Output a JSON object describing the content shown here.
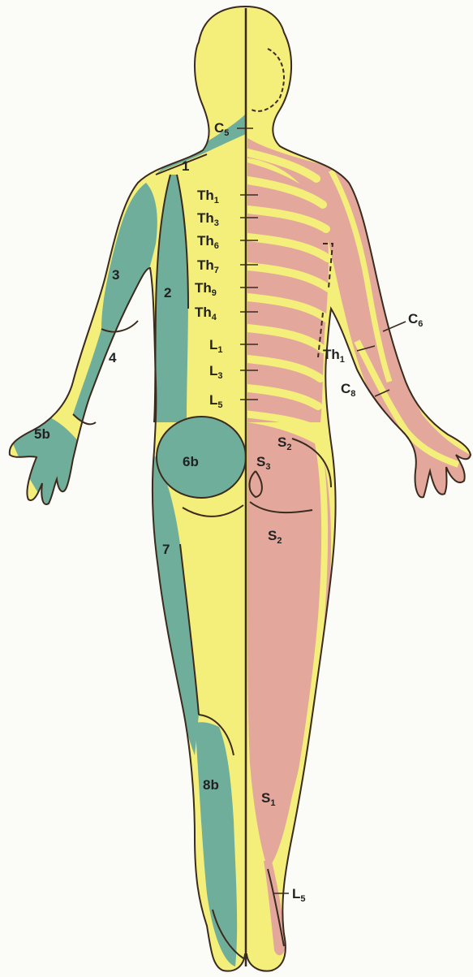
{
  "colors": {
    "background": "#fbfbf7",
    "yellow": "#f4ee7a",
    "teal": "#6fae9a",
    "pink": "#e3a79c",
    "outline": "#3b2a1e"
  },
  "labels": {
    "c5": {
      "main": "C",
      "sub": "5"
    },
    "th1": {
      "main": "Th",
      "sub": "1"
    },
    "th3": {
      "main": "Th",
      "sub": "3"
    },
    "th6": {
      "main": "Th",
      "sub": "6"
    },
    "th7": {
      "main": "Th",
      "sub": "7"
    },
    "th9": {
      "main": "Th",
      "sub": "9"
    },
    "th4": {
      "main": "Th",
      "sub": "4"
    },
    "l1": {
      "main": "L",
      "sub": "1"
    },
    "l3": {
      "main": "L",
      "sub": "3"
    },
    "l5": {
      "main": "L",
      "sub": "5"
    },
    "c6": {
      "main": "C",
      "sub": "6"
    },
    "th1_arm": {
      "main": "Th",
      "sub": "1"
    },
    "c8": {
      "main": "C",
      "sub": "8"
    },
    "s2_top": {
      "main": "S",
      "sub": "2"
    },
    "s3": {
      "main": "S",
      "sub": "3"
    },
    "s2_low": {
      "main": "S",
      "sub": "2"
    },
    "s1": {
      "main": "S",
      "sub": "1"
    },
    "l5_leg": {
      "main": "L",
      "sub": "5"
    },
    "zone1": "1",
    "zone2": "2",
    "zone3": "3",
    "zone4": "4",
    "zone5b": "5b",
    "zone6b": "6b",
    "zone7": "7",
    "zone8b": "8b"
  }
}
